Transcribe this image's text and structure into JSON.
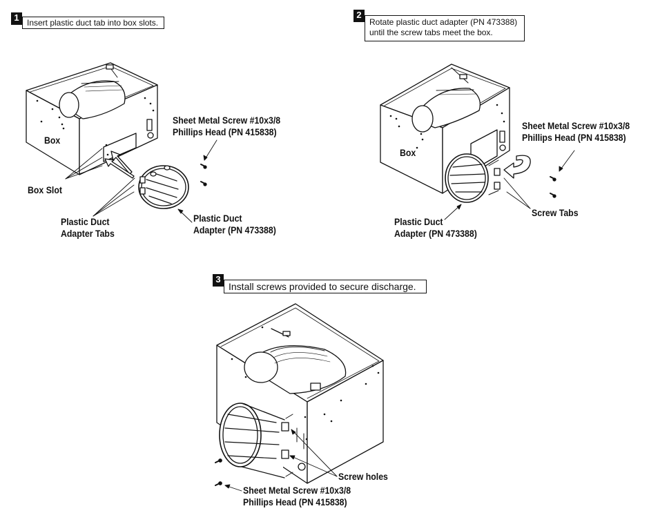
{
  "steps": [
    {
      "number": "1",
      "caption": "Insert plastic duct tab into  box slots."
    },
    {
      "number": "2",
      "caption_line1": "Rotate plastic duct adapter (PN 473388)",
      "caption_line2": "until the screw tabs meet the box."
    },
    {
      "number": "3",
      "caption": "Install screws provided to secure discharge."
    }
  ],
  "labels": {
    "s1_box": "Box",
    "s1_screw_line1": "Sheet Metal Screw #10x3/8",
    "s1_screw_line2": "Phillips Head (PN 415838)",
    "s1_box_slot": "Box Slot",
    "s1_tabs_line1": "Plastic Duct",
    "s1_tabs_line2": "Adapter Tabs",
    "s1_adapter_line1": "Plastic Duct",
    "s1_adapter_line2": "Adapter (PN 473388)",
    "s2_box": "Box",
    "s2_screw_line1": "Sheet Metal Screw #10x3/8",
    "s2_screw_line2": "Phillips Head (PN 415838)",
    "s2_screw_tabs": "Screw Tabs",
    "s2_adapter_line1": "Plastic Duct",
    "s2_adapter_line2": "Adapter (PN 473388)",
    "s3_screw_holes": "Screw holes",
    "s3_screw_line1": "Sheet Metal Screw #10x3/8",
    "s3_screw_line2": "Phillips Head (PN 415838)"
  }
}
